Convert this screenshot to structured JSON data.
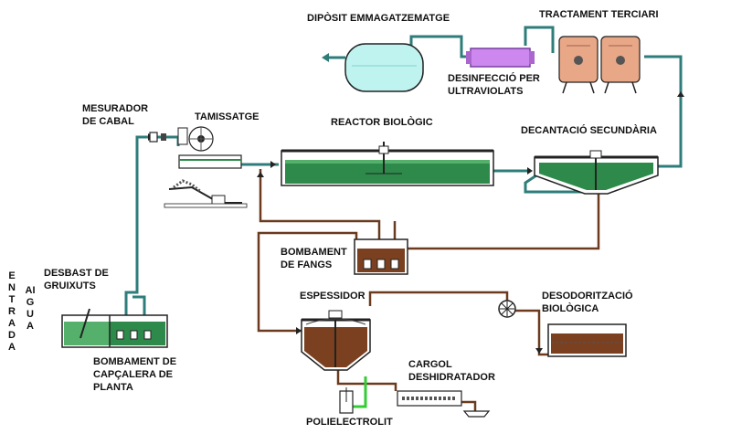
{
  "labels": {
    "diposit": "DIPÒSIT EMMAGATZEMATGE",
    "tractament": "TRACTAMENT TERCIARI",
    "desinfeccio_1": "DESINFECCIÓ PER",
    "desinfeccio_2": "ULTRAVIOLATS",
    "mesurador_1": "MESURADOR",
    "mesurador_2": "DE CABAL",
    "tamissatge": "TAMISSATGE",
    "reactor": "REACTOR BIOLÒGIC",
    "decantacio": "DECANTACIÓ SECUNDÀRIA",
    "bombament_fangs_1": "BOMBAMENT",
    "bombament_fangs_2": "DE FANGS",
    "desbast_1": "DESBAST DE",
    "desbast_2": "GRUIXUTS",
    "entrada": "ENTRADA",
    "aigua": "AIGUA",
    "espessidor": "ESPESSIDOR",
    "desodoritzacio_1": "DESODORITZACIÓ",
    "desodoritzacio_2": "BIOLÒGICA",
    "bombament_capcalera_1": "BOMBAMENT DE",
    "bombament_capcalera_2": "CAPÇALERA DE",
    "bombament_capcalera_3": "PLANTA",
    "cargol_1": "CARGOL",
    "cargol_2": "DESHIDRATADOR",
    "polielectrolit": "POLIELECTROLIT"
  },
  "colors": {
    "water_pipe": "#2e7d7a",
    "sludge_pipe": "#6b3a1f",
    "reagent_pipe": "#33cc33",
    "tank_water": "#2d8a4a",
    "tank_water_light": "#55b06b",
    "storage_tank": "#bff3ef",
    "uv_unit": "#cc88ee",
    "filter_tanks": "#e8a888",
    "sludge": "#7a4020",
    "outline": "#222222"
  },
  "icons": {
    "flow_arrow": "arrow-icon",
    "fan": "fan-icon"
  }
}
